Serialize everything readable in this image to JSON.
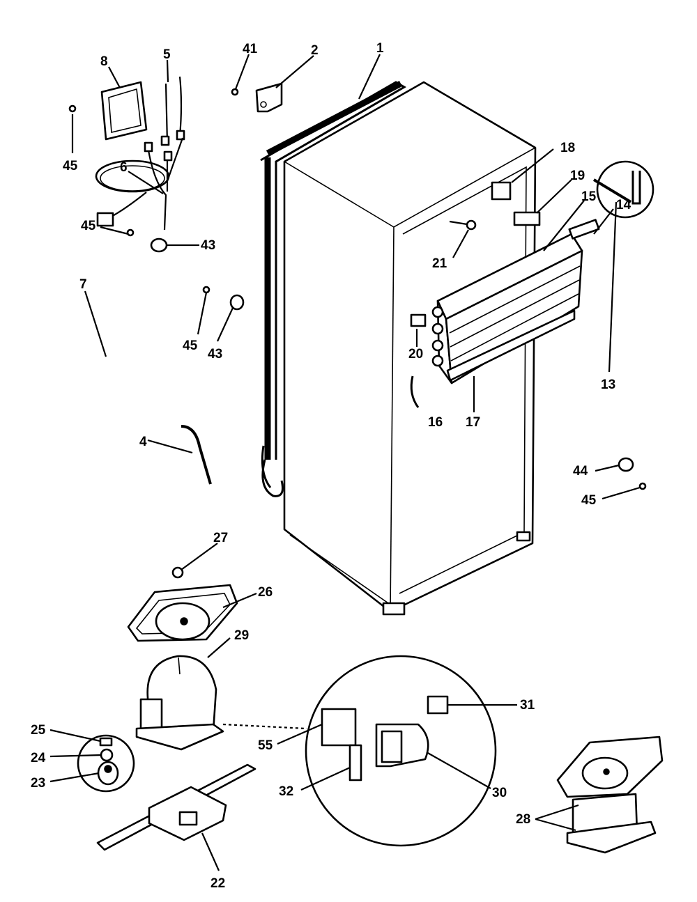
{
  "diagram": {
    "callouts": [
      "1",
      "2",
      "41",
      "8",
      "5",
      "45",
      "6",
      "45",
      "43",
      "7",
      "45",
      "43",
      "4",
      "27",
      "26",
      "29",
      "25",
      "24",
      "23",
      "22",
      "55",
      "31",
      "32",
      "30",
      "28",
      "18",
      "19",
      "15",
      "14",
      "21",
      "20",
      "13",
      "16",
      "17",
      "44",
      "45"
    ]
  }
}
